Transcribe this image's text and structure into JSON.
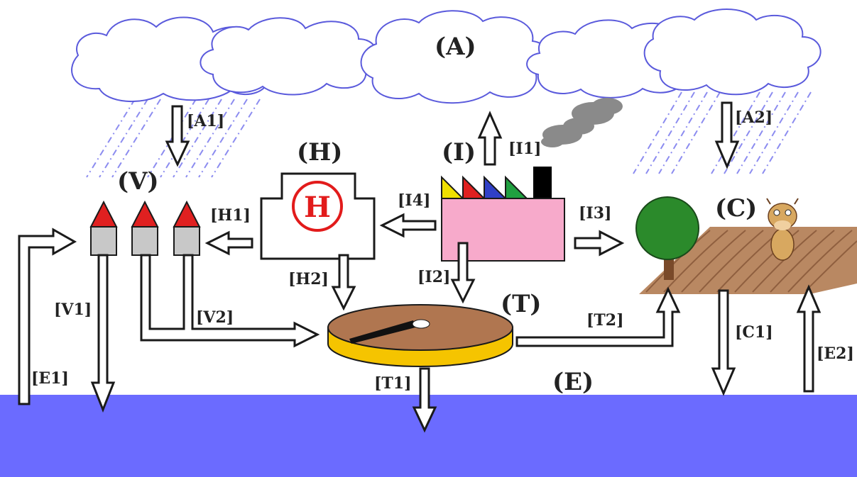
{
  "nodes": {
    "A": "(A)",
    "V": "(V)",
    "H": "(H)",
    "I": "(I)",
    "C": "(C)",
    "T": "(T)",
    "E": "(E)",
    "hospital_symbol": "H"
  },
  "flows": {
    "A1": "[A1]",
    "A2": "[A2]",
    "I1": "[I1]",
    "I2": "[I2]",
    "I3": "[I3]",
    "I4": "[I4]",
    "H1": "[H1]",
    "H2": "[H2]",
    "V1": "[V1]",
    "V2": "[V2]",
    "T1": "[T1]",
    "T2": "[T2]",
    "C1": "[C1]",
    "E1": "[E1]",
    "E2": "[E2]"
  },
  "colors": {
    "water": "#6b6bff",
    "cloud_stroke": "#5a5adc",
    "rain": "#8c8cf0",
    "roof": "#e02020",
    "building": "#c8c8c8",
    "factory": "#f7aacb",
    "hospital_red": "#e21b1b",
    "tank_top": "#b07650",
    "tank_side": "#f5c400",
    "soil": "#b98862",
    "tree": "#2b8a2b",
    "smoke": "#8a8a8a"
  }
}
